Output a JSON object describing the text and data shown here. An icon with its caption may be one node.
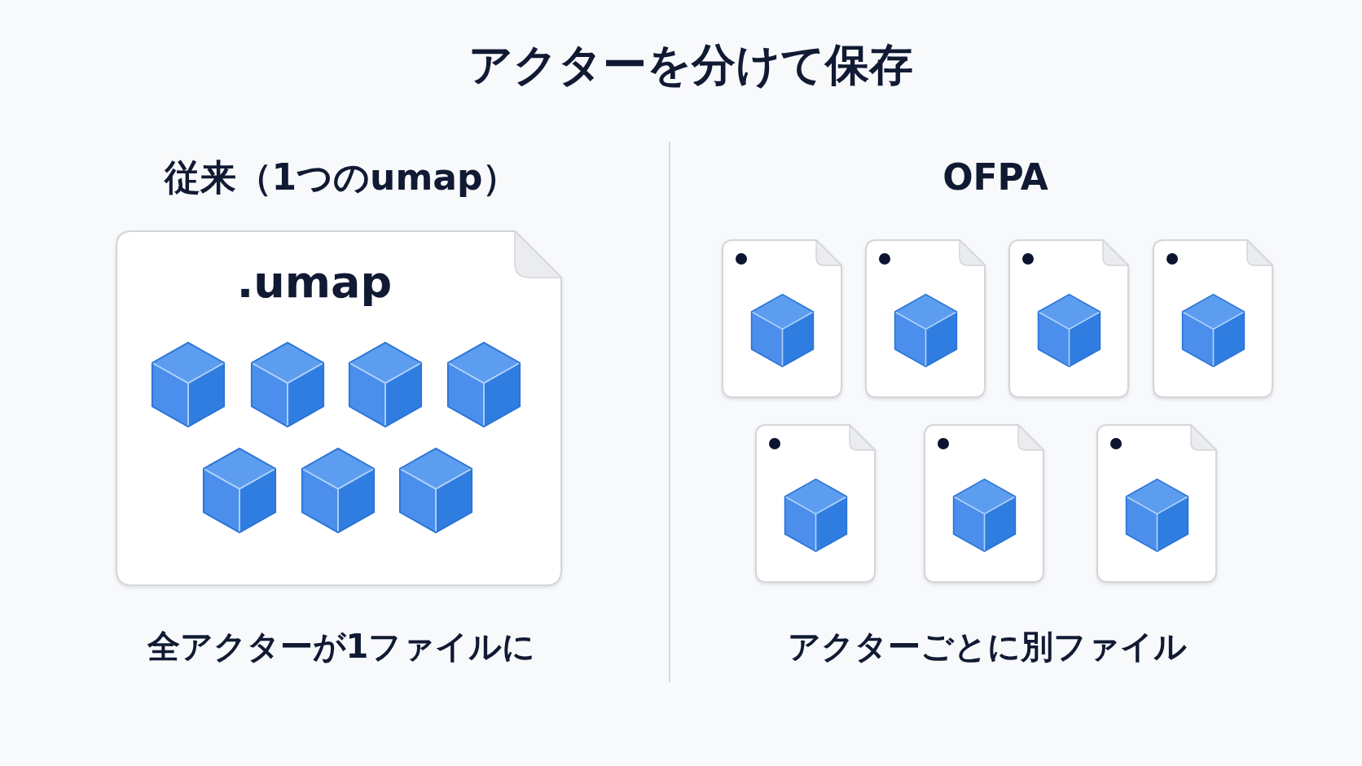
{
  "diagram": {
    "title": "アクターを分けて保存",
    "nodes": [
      {
        "text": [
          ".umap"
        ]
      },
      {
        "text": [],
        "shape": "cube",
        "in": 0
      },
      {
        "text": [],
        "shape": "cube",
        "in": 0
      },
      {
        "text": [],
        "shape": "cube",
        "in": 0
      },
      {
        "text": [],
        "shape": "cube",
        "in": 0
      },
      {
        "text": [],
        "shape": "cube",
        "in": 0
      },
      {
        "text": [],
        "shape": "cube",
        "in": 0
      },
      {
        "text": [],
        "shape": "cube",
        "in": 0
      },
      {
        "text": [],
        "shape": "document"
      },
      {
        "text": [],
        "shape": "cube",
        "in": 8
      },
      {
        "text": [],
        "shape": "document"
      },
      {
        "text": [],
        "shape": "cube",
        "in": 10
      },
      {
        "text": [],
        "shape": "document"
      },
      {
        "text": [],
        "shape": "cube",
        "in": 12
      },
      {
        "text": [],
        "shape": "document"
      },
      {
        "text": [],
        "shape": "cube",
        "in": 14
      },
      {
        "text": [],
        "shape": "document"
      },
      {
        "text": [],
        "shape": "cube",
        "in": 16
      },
      {
        "text": [],
        "shape": "document"
      },
      {
        "text": [],
        "shape": "cube",
        "in": 18
      },
      {
        "text": [],
        "shape": "document"
      },
      {
        "text": [],
        "shape": "cube",
        "in": 20
      }
    ],
    "labels": [
      "従来（1つのumap）",
      "OFPA",
      "全アクターが1ファイルに",
      "アクターごとに別ファイル"
    ]
  }
}
